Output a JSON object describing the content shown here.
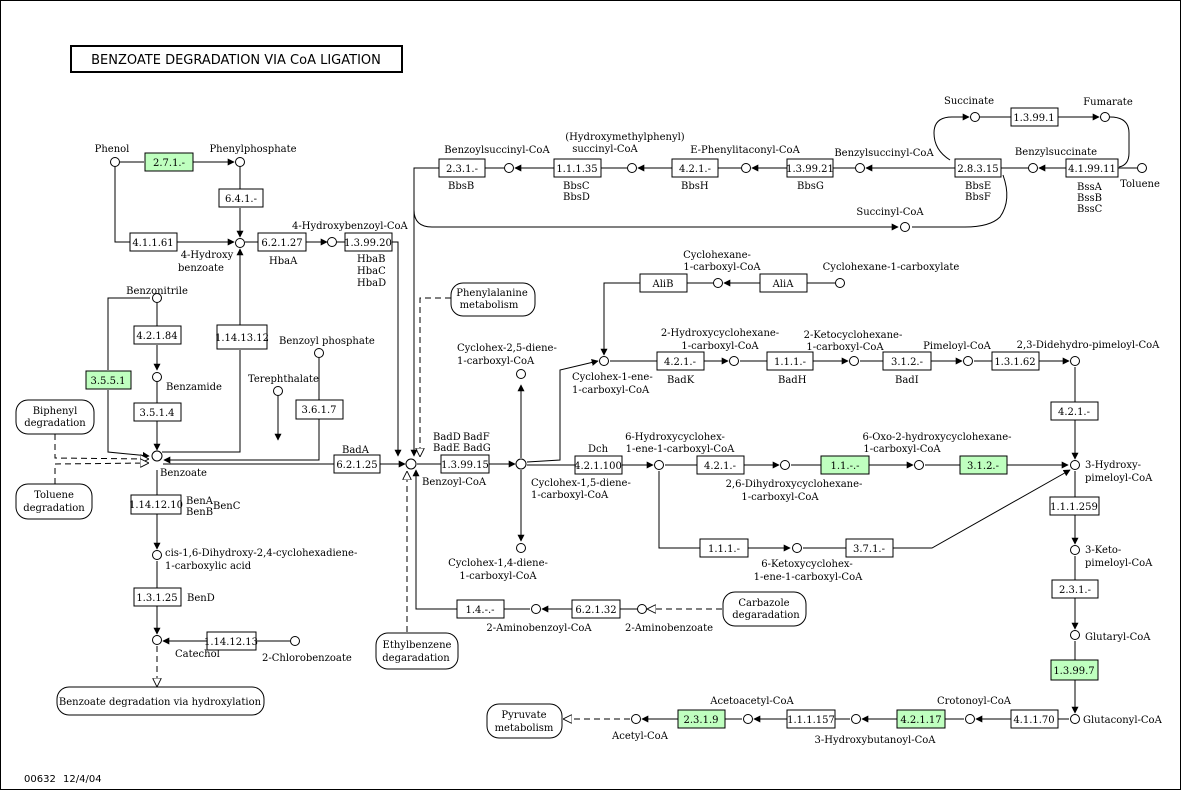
{
  "title": "BENZOATE DEGRADATION VIA CoA LIGATION",
  "footer": {
    "map_id": "00632",
    "date": "12/4/04"
  },
  "colors": {
    "highlight_enzyme": "#bfffbf",
    "line": "#000000",
    "background": "#ffffff"
  },
  "enzymes": [
    "2.7.1.-",
    "6.4.1.-",
    "4.1.1.61",
    "6.2.1.27",
    "1.3.99.20",
    "4.2.1.84",
    "1.14.13.12",
    "3.5.5.1",
    "3.5.1.4",
    "3.6.1.7",
    "6.2.1.25",
    "1.3.99.15",
    "4.2.1.100",
    "1.14.12.10",
    "1.3.1.25",
    "1.14.12.13",
    "2.3.1.-",
    "1.1.1.35",
    "4.2.1.-",
    "1.3.99.21",
    "2.8.3.15",
    "4.1.99.11",
    "1.3.99.1",
    "AliB",
    "AliA",
    "4.2.1.-",
    "1.1.1.-",
    "3.1.2.-",
    "1.3.1.62",
    "4.2.1.-",
    "4.2.1.-",
    "1.1.-.-",
    "3.1.2.-",
    "1.1.1.-",
    "3.7.1.-",
    "1.1.1.259",
    "2.3.1.-",
    "1.3.99.7",
    "1.4.-.-",
    "6.2.1.32",
    "2.3.1.9",
    "1.1.1.157",
    "4.2.1.17",
    "4.1.1.70"
  ],
  "compounds": [
    "Phenol",
    "Phenylphosphate",
    "4-Hydroxybenzoyl-CoA",
    "4-Hydroxy",
    "benzoate",
    "Benzonitrile",
    "Benzamide",
    "Benzoyl phosphate",
    "Terephthalate",
    "Benzoate",
    "cis-1,6-Dihydroxy-2,4-cyclohexadiene-",
    "1-carboxylic acid",
    "Catechol",
    "2-Chlorobenzoate",
    "Benzoyl-CoA",
    "Benzoylsuccinyl-CoA",
    "(Hydroxymethylphenyl)",
    "succinyl-CoA",
    "E-Phenylitaconyl-CoA",
    "Benzylsuccinyl-CoA",
    "Succinate",
    "Fumarate",
    "Benzylsuccinate",
    "Toluene",
    "Succinyl-CoA",
    "Cyclohexane-",
    "1-carboxyl-CoA",
    "Cyclohexane-1-carboxylate",
    "Cyclohex-2,5-diene-",
    "1-carboxyl-CoA",
    "2-Hydroxycyclohexane-",
    "1-carboxyl-CoA",
    "2-Ketocyclohexane-",
    "1-carboxyl-CoA",
    "Pimeloyl-CoA",
    "2,3-Didehydro-pimeloyl-CoA",
    "Cyclohex-1-ene-",
    "1-carboxyl-CoA",
    "6-Hydroxycyclohex-",
    "1-ene-1-carboxyl-CoA",
    "6-Oxo-2-hydroxycyclohexane-",
    "1-carboxyl-CoA",
    "3-Hydroxy-",
    "pimeloyl-CoA",
    "Cyclohex-1,5-diene-",
    "1-carboxyl-CoA",
    "2,6-Dihydroxycyclohexane-",
    "1-carboxyl-CoA",
    "Cyclohex-1,4-diene-",
    "1-carboxyl-CoA",
    "6-Ketoxycyclohex-",
    "1-ene-1-carboxyl-CoA",
    "3-Keto-",
    "pimeloyl-CoA",
    "Glutaryl-CoA",
    "2-Aminobenzoyl-CoA",
    "2-Aminobenzoate",
    "Acetoacetyl-CoA",
    "Crotonoyl-CoA",
    "Acetyl-CoA",
    "3-Hydroxybutanoyl-CoA",
    "Glutaconyl-CoA"
  ],
  "genes": [
    "HbaA",
    "HbaB",
    "HbaC",
    "HbaD",
    "BadA",
    "BadD",
    "BadF",
    "BadE",
    "BadG",
    "BenA",
    "BenB",
    "BenC",
    "BenD",
    "BbsB",
    "BbsC",
    "BbsD",
    "BbsH",
    "BbsG",
    "BbsE",
    "BbsF",
    "BssA",
    "BssB",
    "BssC",
    "BadK",
    "BadH",
    "BadI",
    "Dch"
  ],
  "maps": [
    "Biphenyl",
    "degradation",
    "Toluene",
    "degradation",
    "Phenylalanine",
    "metabolism",
    "Benzoate degradation via hydroxylation",
    "Carbazole",
    "degaradation",
    "Ethylbenzene",
    "degaradation",
    "Pyruvate",
    "metabolism"
  ]
}
